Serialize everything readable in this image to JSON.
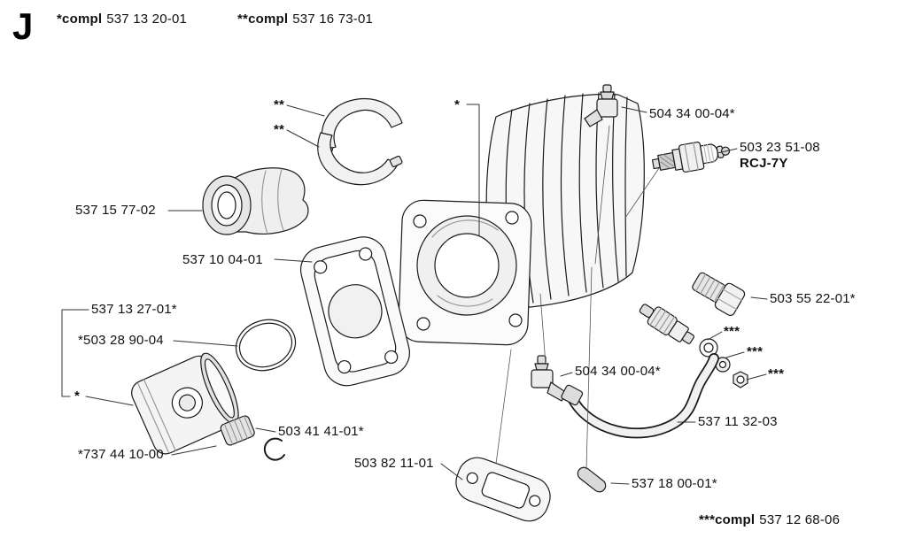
{
  "page": {
    "section_letter": "J",
    "background": "#ffffff"
  },
  "header_notes": [
    {
      "prefix": "*compl",
      "number": "537 13 20-01"
    },
    {
      "prefix": "**compl",
      "number": "537 16 73-01"
    }
  ],
  "footer_note": {
    "prefix": "***compl",
    "number": "537 12 68-06"
  },
  "labels": {
    "fitting_top": "504 34 00-04*",
    "spark_plug": "503 23 51-08",
    "spark_plug_model": "RCJ-7Y",
    "intake_boot": "537 15 77-02",
    "intake_flange": "537 10 04-01",
    "piston_assembly": "537 13 27-01*",
    "piston_ring": "*503 28 90-04",
    "plug_screw": "503 55 22-01*",
    "fitting_mid": "504 34 00-04*",
    "needle_bearing": "503 41 41-01*",
    "piston_pin": "*737 44 10-00",
    "exhaust_gasket": "503 82 11-01",
    "impulse_hose": "537 11 32-03",
    "plug_small": "537 18 00-01*"
  },
  "marks": {
    "double_star": "**",
    "single_star": "*",
    "triple_star": "***"
  },
  "line_color": "#1a1a1a"
}
